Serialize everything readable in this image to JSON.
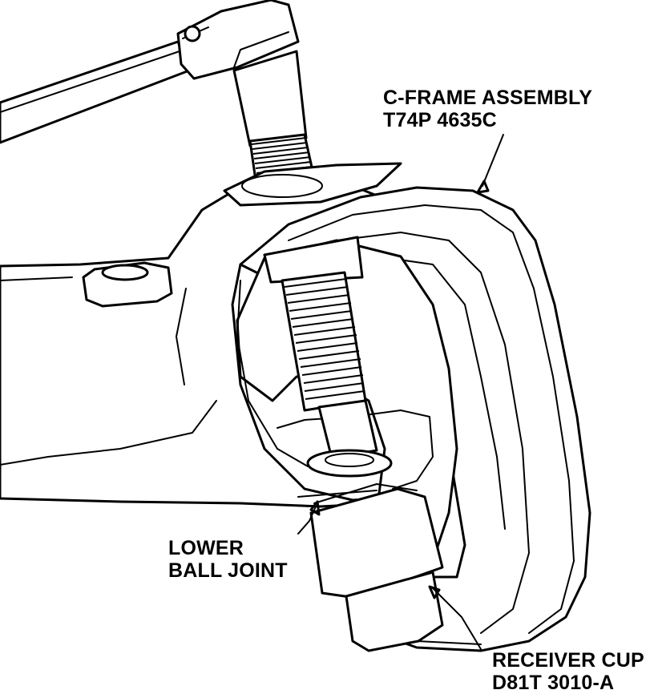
{
  "diagram": {
    "labels": {
      "c_frame_line1": "C-FRAME ASSEMBLY",
      "c_frame_line2": "T74P 4635C",
      "ball_joint_line1": "LOWER",
      "ball_joint_line2": "BALL JOINT",
      "receiver_line1": "RECEIVER CUP",
      "receiver_line2": "D81T 3010-A"
    }
  }
}
